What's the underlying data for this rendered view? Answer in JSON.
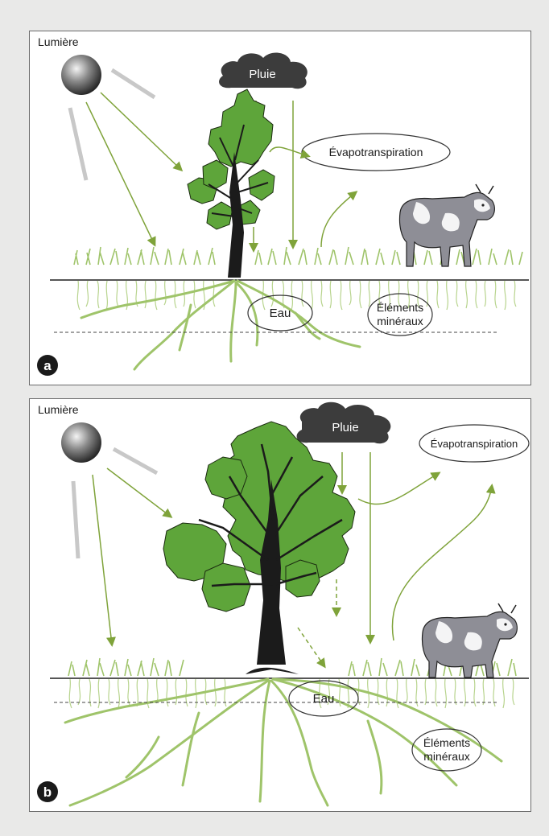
{
  "colors": {
    "background": "#e9e9e8",
    "panel": "#ffffff",
    "arrow": "#7fa33a",
    "grass": "#9fc46a",
    "leaf": "#5ea53a",
    "cloud": "#3c3c3c",
    "ray": "#c8c8c8"
  },
  "panels": [
    {
      "badge": "a",
      "labels": {
        "light": "Lumière",
        "rain": "Pluie",
        "evapo": "Évapotranspiration",
        "water": "Eau",
        "minerals_1": "Éléments",
        "minerals_2": "minéraux"
      }
    },
    {
      "badge": "b",
      "labels": {
        "light": "Lumière",
        "rain": "Pluie",
        "evapo": "Évapotranspiration",
        "water": "Eau",
        "minerals_1": "Éléments",
        "minerals_2": "minéraux"
      }
    }
  ],
  "icons": [
    "sun-icon",
    "cloud-icon",
    "tree-icon",
    "cow-icon",
    "grass-icon",
    "roots-icon"
  ]
}
